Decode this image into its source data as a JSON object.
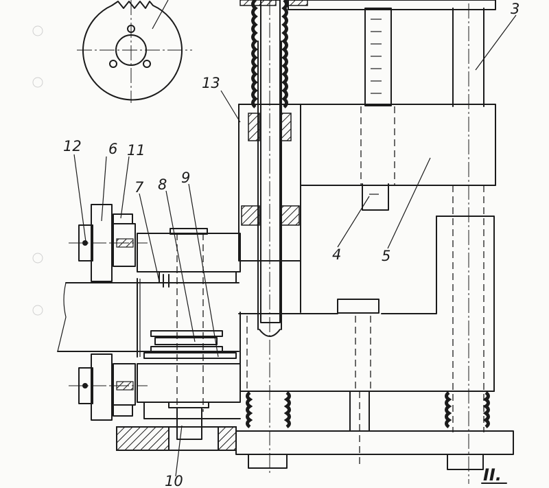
{
  "drawing": {
    "labels": {
      "l3": "3",
      "l4": "4",
      "l5": "5",
      "l6": "6",
      "l7": "7",
      "l8": "8",
      "l9": "9",
      "l10": "10",
      "l11": "11",
      "l12": "12",
      "l13": "13",
      "view": "II."
    }
  }
}
